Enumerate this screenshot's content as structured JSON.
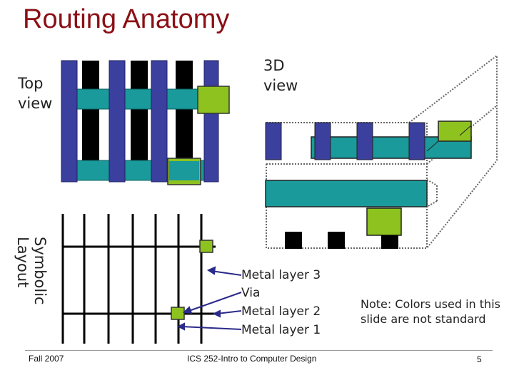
{
  "title": "Routing Anatomy",
  "views": {
    "top_view": "Top\nview",
    "three_d_view": "3D\nview",
    "symbolic_layout": "Symbolic\nLayout"
  },
  "legend": {
    "metal3": "Metal layer 3",
    "via": "Via",
    "metal2": "Metal layer 2",
    "metal1": "Metal layer 1"
  },
  "note": "Note: Colors used in this slide are not standard",
  "footer": {
    "left": "Fall 2007",
    "center": "ICS 252-Intro to Computer Design",
    "page": "5"
  },
  "colors": {
    "metal3": "#3b3f9e",
    "metal2": "#1a9a9a",
    "metal1": "#000000",
    "via": "#8ec21f",
    "title": "#8b0f14"
  }
}
